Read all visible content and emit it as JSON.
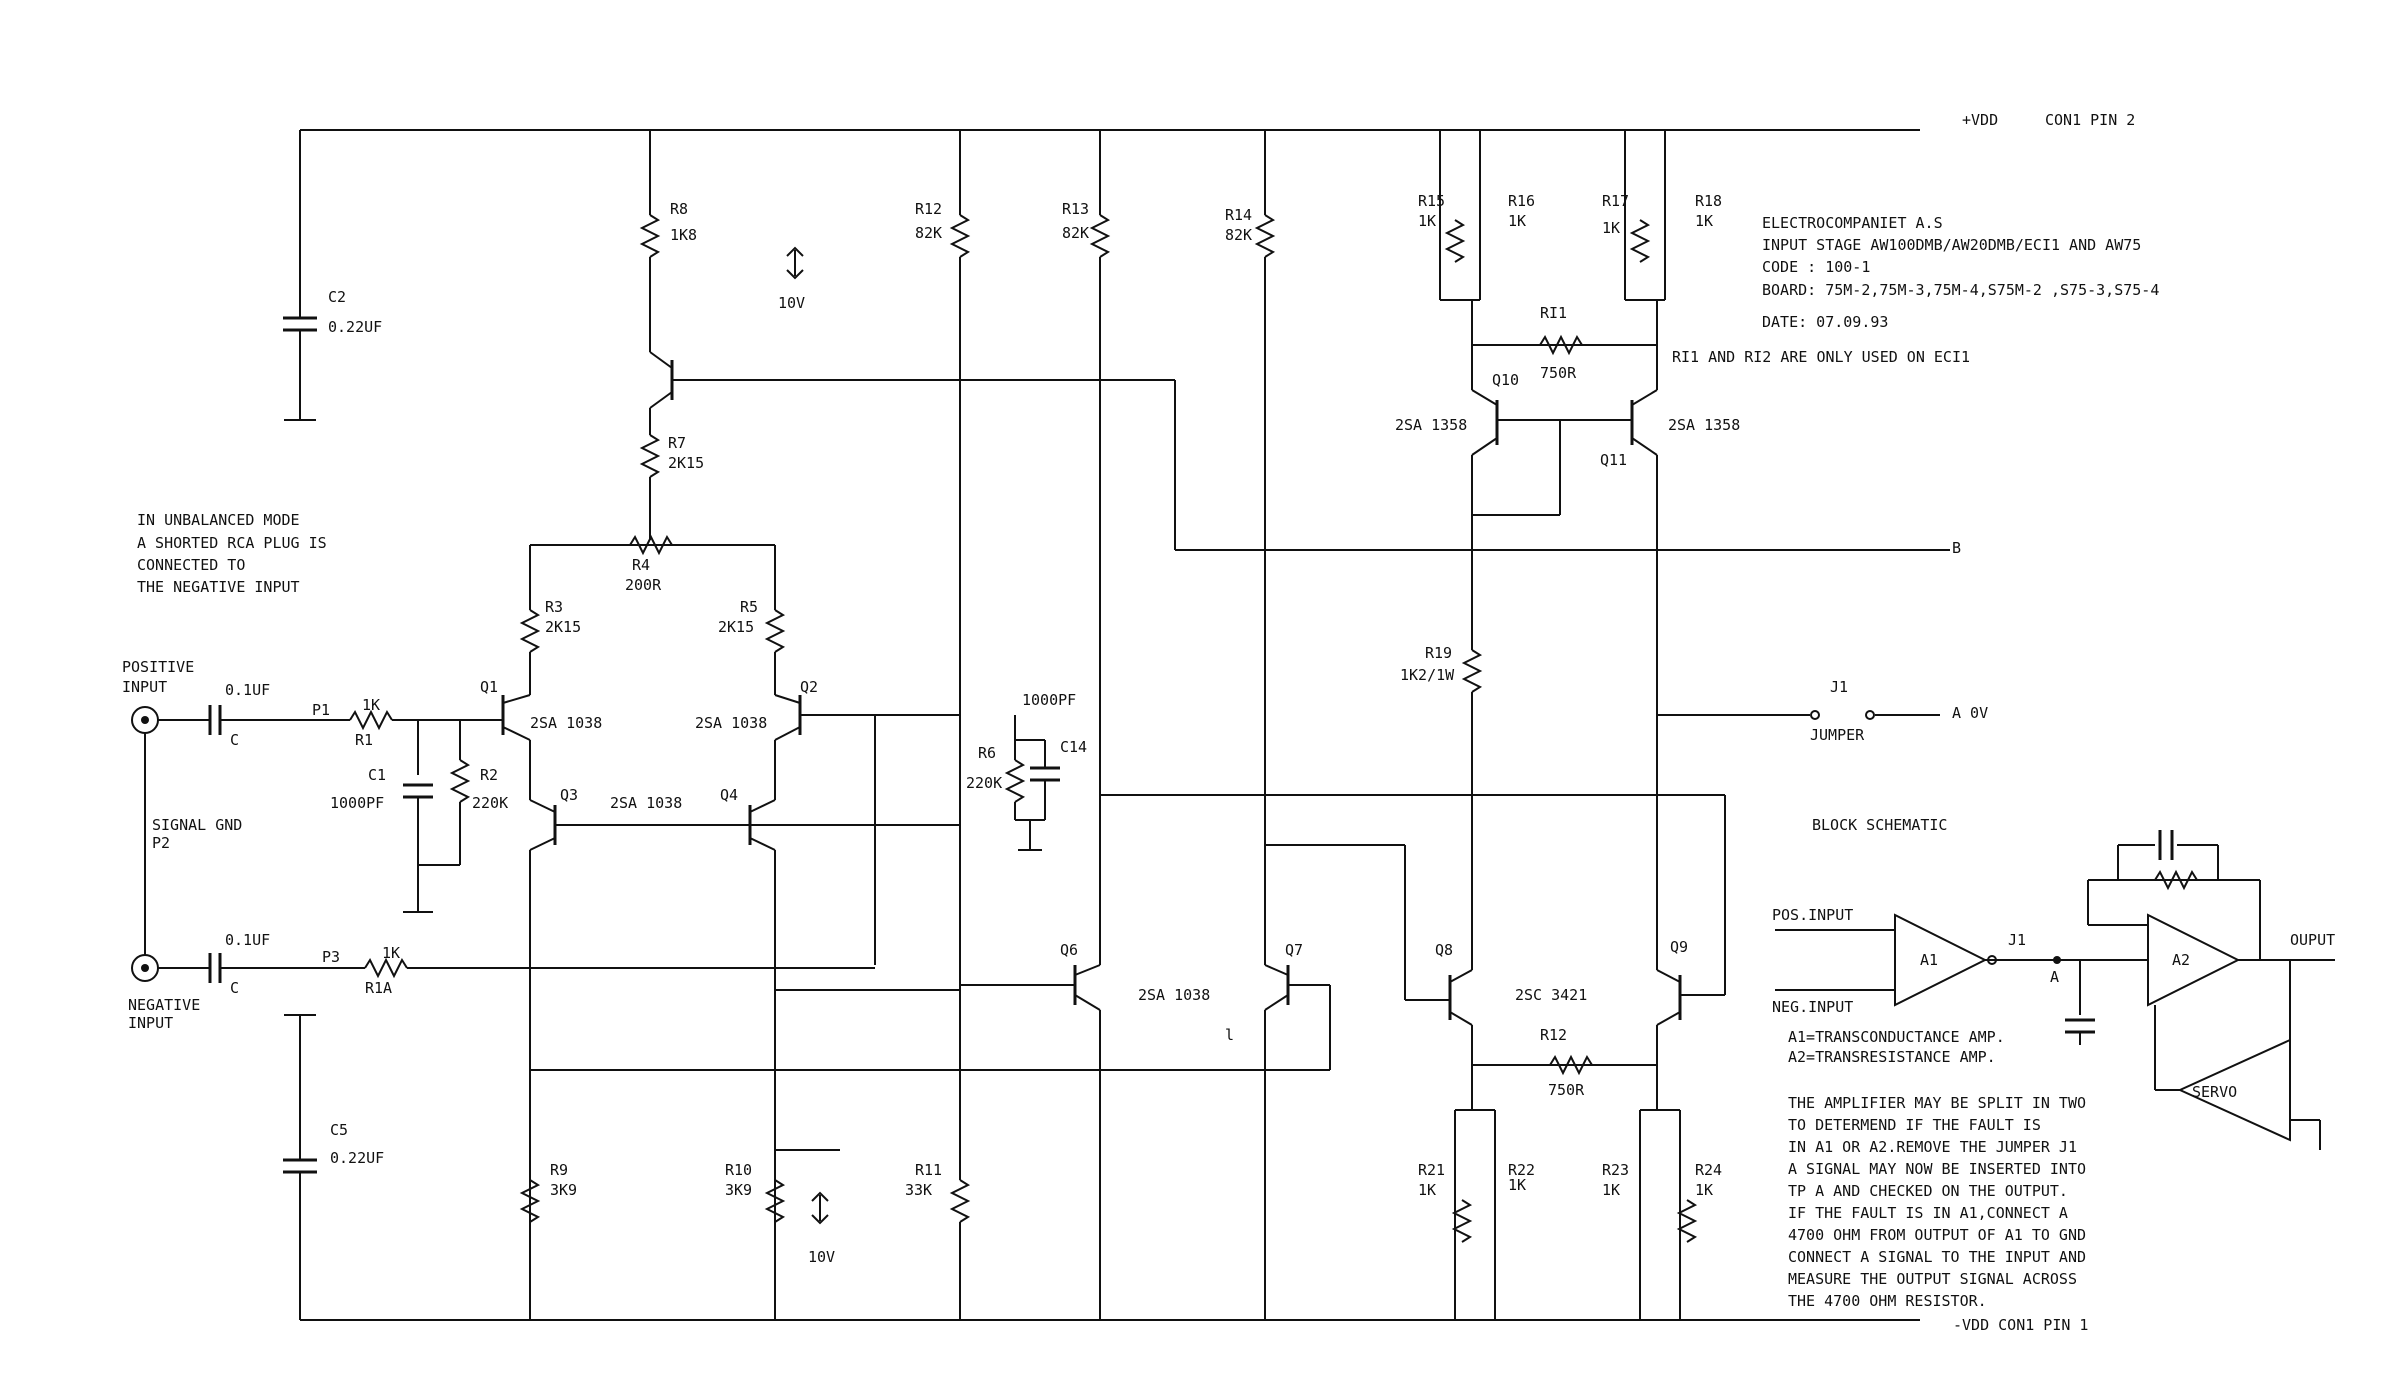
{
  "labels": {
    "vdd_pos": "+VDD",
    "con1_pin2": "CON1 PIN 2",
    "vdd_neg": "-VDD  CON1 PIN 1",
    "title_company": "ELECTROCOMPANIET A.S",
    "title_stage": "INPUT STAGE AW100DMB/AW20DMB/ECI1 AND AW75",
    "title_code": "CODE : 100-1",
    "title_board": "BOARD: 75M-2,75M-3,75M-4,S75M-2 ,S75-3,S75-4",
    "title_date": "DATE: 07.09.93",
    "ri_note": "RI1 AND RI2 ARE ONLY USED ON ECI1",
    "unbalanced_1": "IN UNBALANCED MODE",
    "unbalanced_2": "A SHORTED RCA PLUG IS",
    "unbalanced_3": "CONNECTED TO",
    "unbalanced_4": "THE NEGATIVE INPUT",
    "pos_input_1": "POSITIVE",
    "pos_input_2": "INPUT",
    "neg_input_1": "NEGATIVE",
    "neg_input_2": "INPUT",
    "signal_gnd": "SIGNAL GND",
    "p2": "P2",
    "p1": "P1",
    "p3": "P3",
    "c_pos": "0.1UF",
    "c_pos_c": "C",
    "c_neg": "0.1UF",
    "c_neg_c": "C",
    "r1_val": "1K",
    "r1": "R1",
    "r1a_val": "1K",
    "r1a": "R1A",
    "c1": "C1",
    "c1_val": "1000PF",
    "r2": "R2",
    "r2_val": "220K",
    "c2": "C2",
    "c2_val": "0.22UF",
    "c5": "C5",
    "c5_val": "0.22UF",
    "r8": "R8",
    "r8_val": "1K8",
    "v10_top": "10V",
    "r7": "R7",
    "r7_val": "2K15",
    "r4": "R4",
    "r4_val": "200R",
    "r3": "R3",
    "r3_val": "2K15",
    "r5": "R5",
    "r5_val": "2K15",
    "q1": "Q1",
    "q1_type": "2SA 1038",
    "q2": "Q2",
    "q2_type": "2SA 1038",
    "q3": "Q3",
    "q34_type": "2SA 1038",
    "q4": "Q4",
    "r12": "R12",
    "r12_val": "82K",
    "r13": "R13",
    "r13_val": "82K",
    "r14": "R14",
    "r14_val": "82K",
    "c14_pf": "1000PF",
    "c14": "C14",
    "r6": "R6",
    "r6_val": "220K",
    "r9": "R9",
    "r9_val": "3K9",
    "r10": "R10",
    "r10_val": "3K9",
    "v10_bot": "10V",
    "r11": "R11",
    "r11_val": "33K",
    "q6": "Q6",
    "q7": "Q7",
    "q67_type": "2SA 1038",
    "small_l": "l",
    "r15": "R15",
    "r15_val": "1K",
    "r16": "R16",
    "r16_val": "1K",
    "r17": "R17",
    "r17_val": "1K",
    "r18": "R18",
    "r18_val": "1K",
    "ri1": "RI1",
    "ri1_val": "750R",
    "q10": "Q10",
    "q10_type": "2SA 1358",
    "q11": "Q11",
    "q11_type": "2SA 1358",
    "b_out": "B",
    "r19": "R19",
    "r19_val": "1K2/1W",
    "j1": "J1",
    "a0v": "A 0V",
    "jumper": "JUMPER",
    "q8": "Q8",
    "q89_type": "2SC 3421",
    "q9": "Q9",
    "r12b": "R12",
    "r12b_val": "750R",
    "r21": "R21",
    "r21_val": "1K",
    "r22": "R22",
    "r22_val": "1K",
    "r23": "R23",
    "r23_val": "1K",
    "r24": "R24",
    "r24_val": "1K",
    "block_title": "BLOCK SCHEMATIC",
    "pos_input": "POS.INPUT",
    "neg_input": "NEG.INPUT",
    "a1": "A1",
    "j1_block": "J1",
    "a_node": "A",
    "a2": "A2",
    "ouput": "OUPUT",
    "servo": "SERVO",
    "a1_desc": "A1=TRANSCONDUCTANCE AMP.",
    "a2_desc": "A2=TRANSRESISTANCE AMP.",
    "note": [
      "THE AMPLIFIER MAY BE SPLIT IN TWO",
      "TO DETERMEND IF THE FAULT IS",
      "IN A1 OR A2.REMOVE THE JUMPER J1",
      "A SIGNAL MAY NOW BE INSERTED INTO",
      "TP A AND CHECKED ON THE OUTPUT.",
      "IF THE FAULT IS IN A1,CONNECT A",
      "4700 OHM FROM OUTPUT OF A1 TO GND",
      "CONNECT A SIGNAL TO THE INPUT AND",
      "MEASURE THE OUTPUT SIGNAL ACROSS",
      "THE 4700 OHM RESISTOR."
    ]
  }
}
